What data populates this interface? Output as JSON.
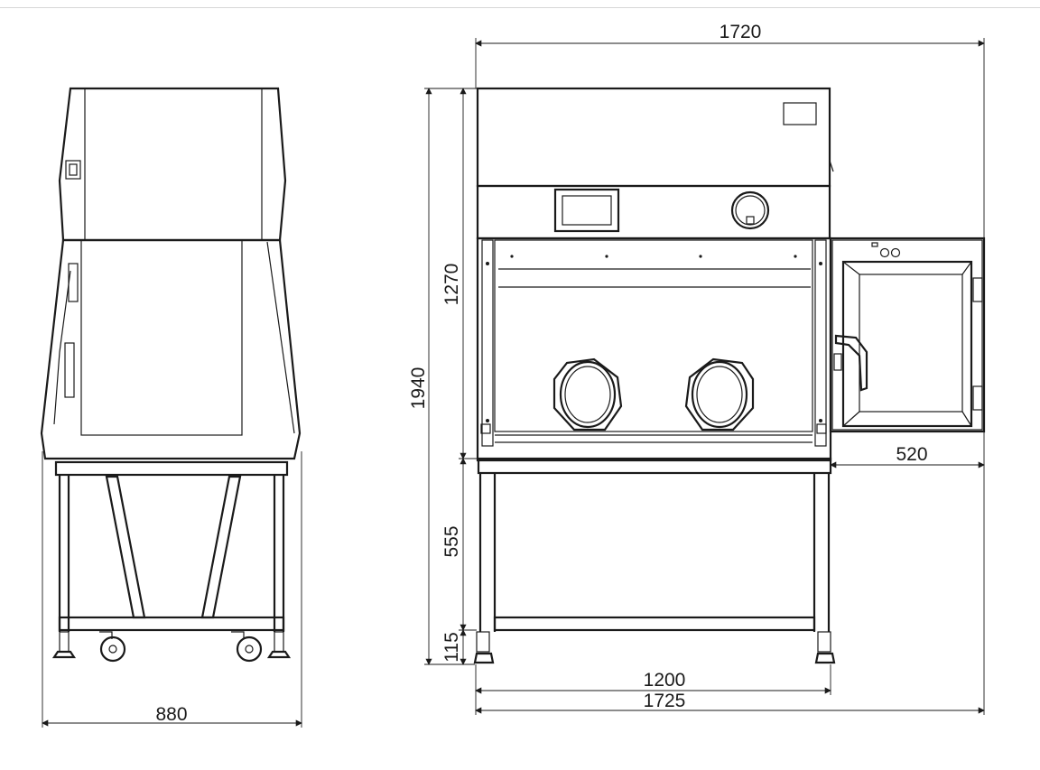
{
  "drawing": {
    "side_view": {
      "width_label": "880"
    },
    "front_view": {
      "overall_width_top_label": "1720",
      "overall_height_label": "1940",
      "cabinet_height_label": "1270",
      "stand_height_label": "555",
      "foot_height_label": "115",
      "door_width_label": "520",
      "stand_width_label": "1200",
      "overall_width_bottom_label": "1725"
    }
  }
}
